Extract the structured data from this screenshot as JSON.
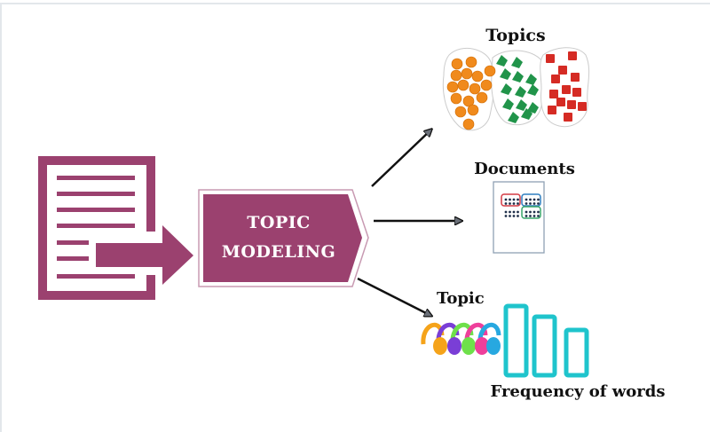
{
  "title": "Topic Modeling Diagram",
  "colors": {
    "primary": "#9b416f",
    "arrow": "#111111",
    "arrowhead": "#6b7079",
    "orange": "#f08a1c",
    "green": "#21944a",
    "red": "#d52b24",
    "teal": "#1fc4cc"
  },
  "process_box": {
    "line1": "TOPIC",
    "line2": "MODELING"
  },
  "outputs": {
    "topics": {
      "label": "Topics"
    },
    "documents": {
      "label": "Documents"
    },
    "topic": {
      "label": "Topic"
    },
    "frequency": {
      "label": "Frequency of words"
    }
  },
  "icons": {
    "input": "document-with-arrow-icon",
    "topics": "clustered-shapes-icon",
    "documents": "document-matrix-icon",
    "headphones": "headphones-icon",
    "bars": "bar-chart-icon"
  }
}
